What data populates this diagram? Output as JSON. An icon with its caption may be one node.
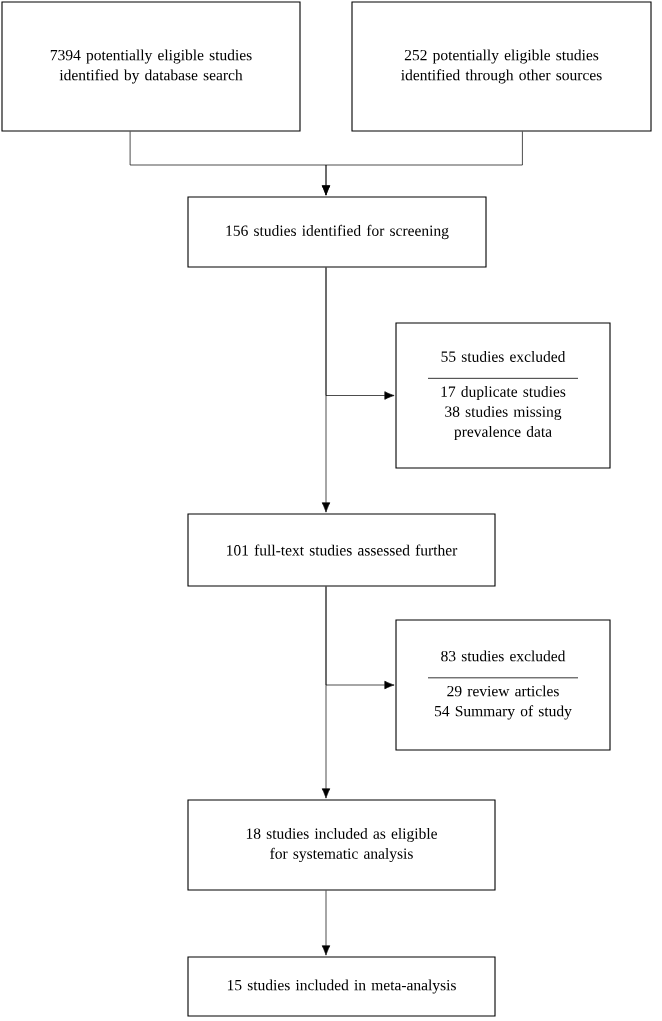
{
  "diagram": {
    "nodes": [
      {
        "text": [
          "7394 potentially eligible studies identified by database search"
        ]
      },
      {
        "text": [
          "252 potentially eligible studies identified through other sources"
        ]
      },
      {
        "text": [
          "156 studies identified for screening"
        ]
      },
      {
        "text": [
          "55 studies excluded",
          "17 duplicate studies",
          "38 studies missing prevalence data"
        ]
      },
      {
        "text": [
          "101 full-text studies assessed further"
        ]
      },
      {
        "text": [
          "83 studies excluded",
          "29 review articles",
          "54 Summary of study"
        ]
      },
      {
        "text": [
          "18 studies included as eligible for systematic analysis"
        ]
      },
      {
        "text": [
          "15 studies included in meta-analysis"
        ]
      }
    ],
    "edges": [
      {
        "from": 0,
        "to": 2,
        "arrow": "to"
      },
      {
        "from": 1,
        "to": 2,
        "arrow": "to"
      },
      {
        "from": 2,
        "to": 3,
        "arrow": "to"
      },
      {
        "from": 2,
        "to": 4,
        "arrow": "to"
      },
      {
        "from": 4,
        "to": 5,
        "arrow": "to"
      },
      {
        "from": 4,
        "to": 6,
        "arrow": "to"
      },
      {
        "from": 6,
        "to": 7,
        "arrow": "to"
      }
    ]
  }
}
